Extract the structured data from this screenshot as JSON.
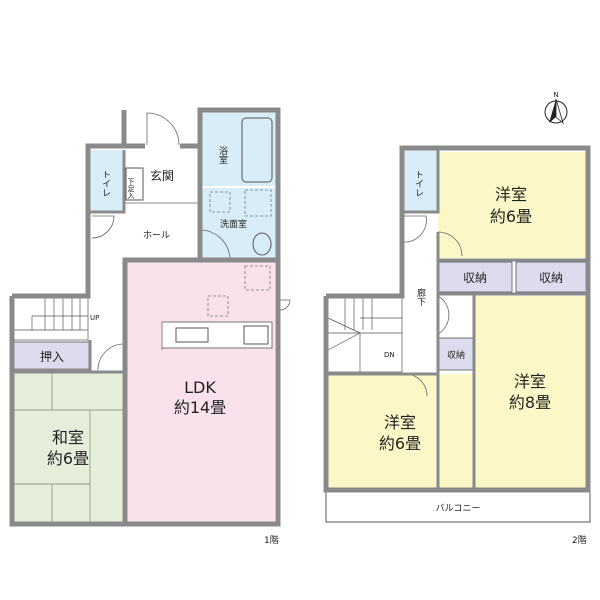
{
  "colors": {
    "tatami": "#e4eedb",
    "ldk": "#f9e2ec",
    "western": "#fbf7c6",
    "wet": "#d8edf8",
    "storage": "#dcdcee",
    "wall": "#8a8a8a"
  },
  "compass": {
    "label": "N",
    "icon": "north-arrow-icon"
  },
  "floor1": {
    "floor_label": "1階",
    "rooms": {
      "genkan": "玄関",
      "getabako": "下足入",
      "toilet": "トイレ",
      "bath": "浴室",
      "washroom": "洗面室",
      "hall": "ホール",
      "ldk_name": "LDK",
      "ldk_size": "約14畳",
      "oshiire": "押入",
      "washitsu_name": "和室",
      "washitsu_size": "約6畳",
      "stairs": "UP"
    }
  },
  "floor2": {
    "floor_label": "2階",
    "rooms": {
      "toilet": "トイレ",
      "corridor": "廊下",
      "western_a_name": "洋室",
      "western_a_size": "約6畳",
      "storage_1": "収納",
      "storage_2": "収納",
      "storage_3": "収納",
      "western_b_name": "洋室",
      "western_b_size": "約8畳",
      "western_c_name": "洋室",
      "western_c_size": "約6畳",
      "balcony": "バルコニー",
      "stairs": "DN"
    }
  }
}
